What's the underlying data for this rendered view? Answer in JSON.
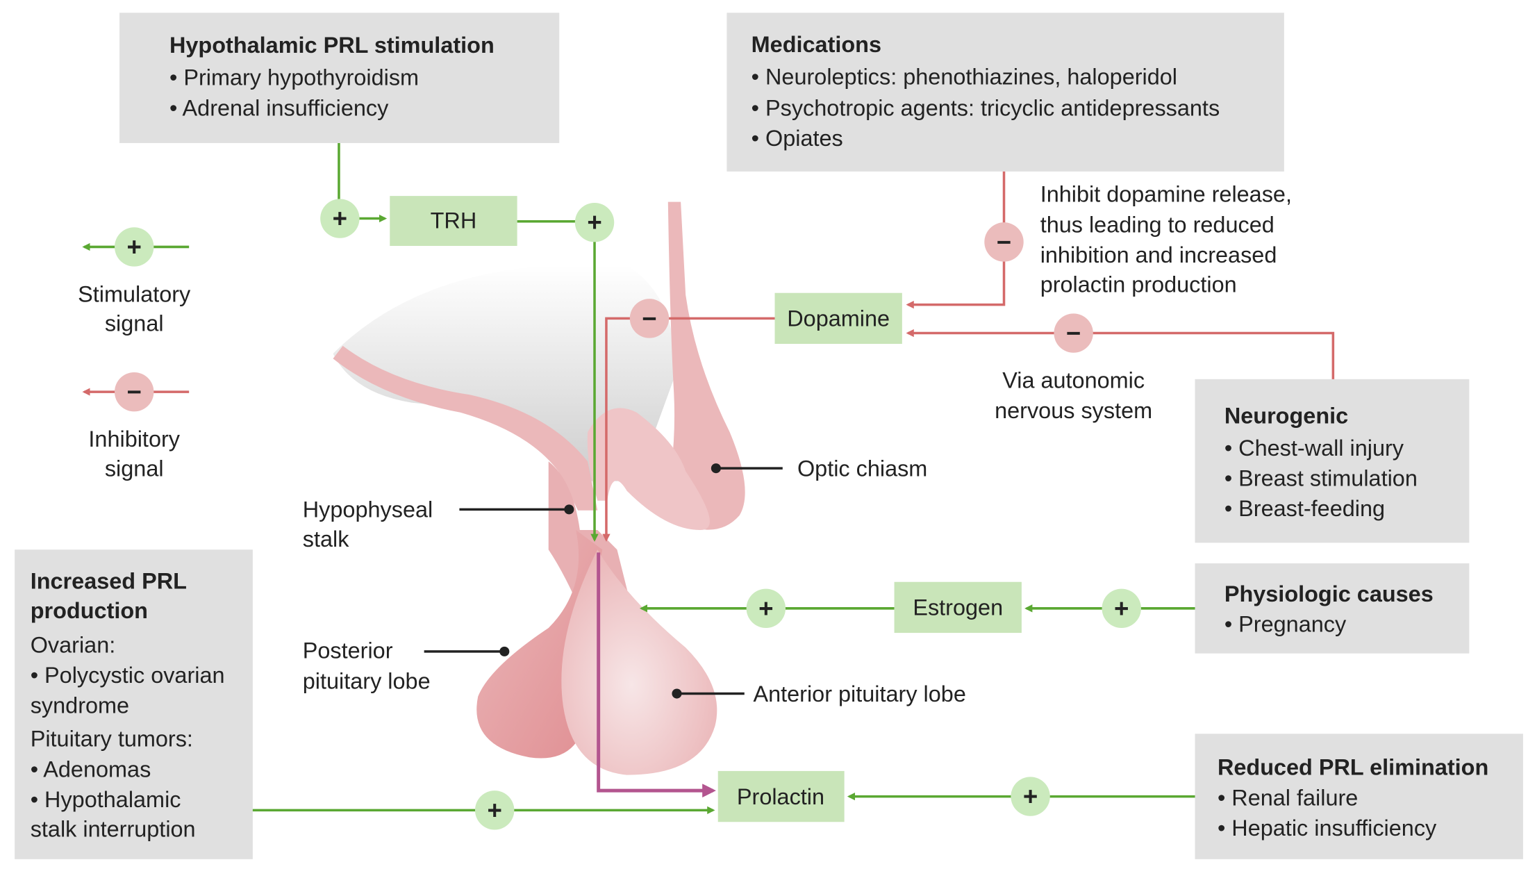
{
  "colors": {
    "stimulatory_line": "#5aa832",
    "stimulatory_circle": "#cbeabd",
    "inhibitory_line": "#d46a6a",
    "inhibitory_circle": "#ebbcbc",
    "node_fill": "#c9e5b9",
    "box_fill": "#e0e0e0",
    "secretion_arrow": "#b3558f",
    "tissue": "#ebb8ba"
  },
  "legend": {
    "stimulatory": {
      "sign": "+",
      "label_1": "Stimulatory",
      "label_2": "signal"
    },
    "inhibitory": {
      "sign": "−",
      "label_1": "Inhibitory",
      "label_2": "signal"
    }
  },
  "boxes": {
    "hypothalamic": {
      "title": "Hypothalamic PRL stimulation",
      "items": [
        "• Primary hypothyroidism",
        "• Adrenal insufficiency"
      ]
    },
    "medications": {
      "title": "Medications",
      "items": [
        "• Neuroleptics: phenothiazines, haloperidol",
        "• Psychotropic agents: tricyclic antidepressants",
        "• Opiates"
      ]
    },
    "neurogenic": {
      "title": "Neurogenic",
      "items": [
        "• Chest-wall injury",
        "• Breast stimulation",
        "• Breast-feeding"
      ]
    },
    "physiologic": {
      "title": "Physiologic causes",
      "items": [
        "• Pregnancy"
      ]
    },
    "reduced_elimination": {
      "title": "Reduced PRL elimination",
      "items": [
        "• Renal failure",
        "• Hepatic insufficiency"
      ]
    },
    "increased_production": {
      "title_1": "Increased PRL",
      "title_2": "production",
      "lines": [
        "Ovarian:",
        "• Polycystic ovarian",
        "syndrome",
        "Pituitary tumors:",
        "• Adenomas",
        "• Hypothalamic",
        "stalk interruption"
      ]
    }
  },
  "nodes": {
    "trh": "TRH",
    "dopamine": "Dopamine",
    "estrogen": "Estrogen",
    "prolactin": "Prolactin"
  },
  "signs": {
    "plus": "+",
    "minus": "−"
  },
  "annotations": {
    "medications_note": [
      "Inhibit dopamine release,",
      "thus leading to reduced",
      "inhibition and increased",
      "prolactin production"
    ],
    "autonomic_note": [
      "Via autonomic",
      "nervous system"
    ]
  },
  "anatomy_labels": {
    "optic_chiasm": "Optic chiasm",
    "hypophyseal_stalk": [
      "Hypophyseal",
      "stalk"
    ],
    "posterior_lobe": [
      "Posterior",
      "pituitary lobe"
    ],
    "anterior_lobe": "Anterior pituitary lobe"
  }
}
